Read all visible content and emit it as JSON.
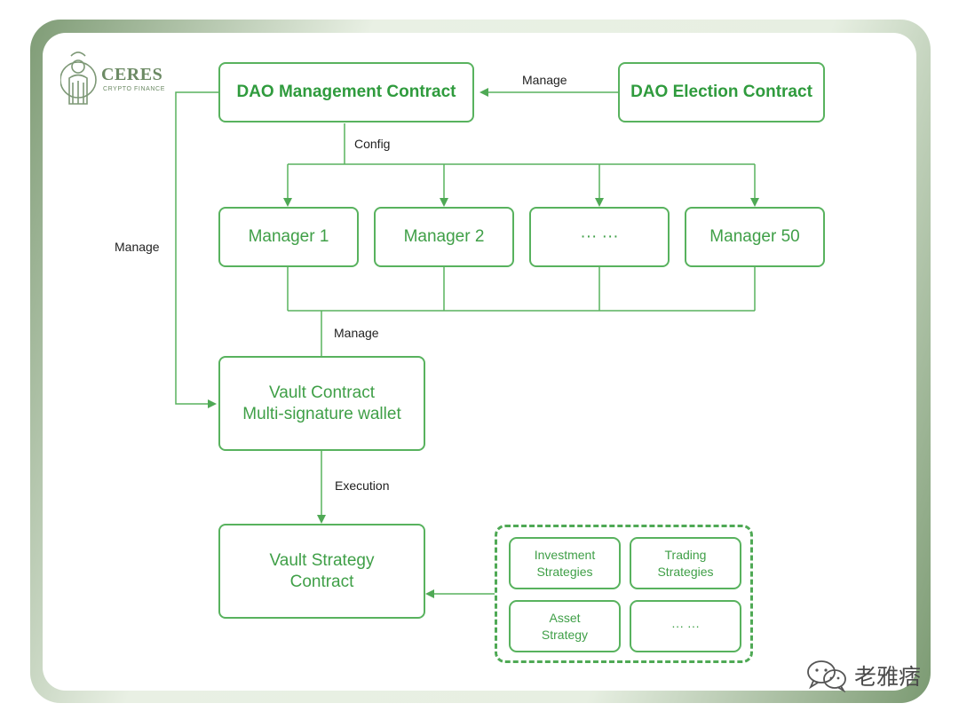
{
  "logo": {
    "name": "CERES",
    "tagline": "CRYPTO FINANCE"
  },
  "boxes": {
    "dao_management": "DAO Management Contract",
    "dao_election": "DAO Election Contract",
    "manager_1": "Manager 1",
    "manager_2": "Manager 2",
    "manager_ellipsis": "··· ···",
    "manager_50": "Manager 50",
    "vault_contract": "Vault  Contract\nMulti-signature  wallet",
    "vault_strategy": "Vault  Strategy\nContract"
  },
  "strategies": {
    "investment": "Investment\nStrategies",
    "trading": "Trading\nStrategies",
    "asset": "Asset\nStrategy",
    "more": "··· ···"
  },
  "edge_labels": {
    "election_manage": "Manage",
    "config": "Config",
    "left_manage": "Manage",
    "managers_manage": "Manage",
    "execution": "Execution"
  },
  "colors": {
    "accent": "#58b25e",
    "frame": "#7f9c76"
  },
  "watermark": {
    "text": "老雅痞",
    "icon": "wechat-icon"
  }
}
